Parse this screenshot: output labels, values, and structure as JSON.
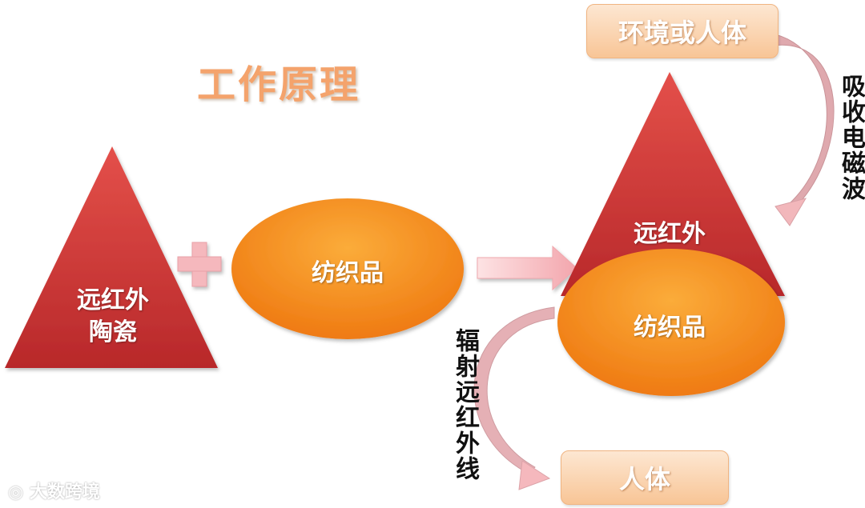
{
  "title": "工作原理",
  "left_triangle": {
    "line1": "远红外",
    "line2": "陶瓷"
  },
  "left_ellipse": {
    "label": "纺织品"
  },
  "right_cone": {
    "label": "远红外"
  },
  "right_ellipse": {
    "label": "纺织品"
  },
  "env_box": {
    "label": "环境或人体"
  },
  "human_box": {
    "label": "人体"
  },
  "absorb_label": "吸收电磁波",
  "radiate_label": "辐射远红外线",
  "watermark": "大数跨境",
  "colors": {
    "triangle_top": "#e4504a",
    "triangle_bottom": "#b8282a",
    "ellipse_light": "#fbac3a",
    "ellipse_dark": "#f07c16",
    "arrow_pink": "#f6bcc0",
    "title": "#f4a36c"
  }
}
